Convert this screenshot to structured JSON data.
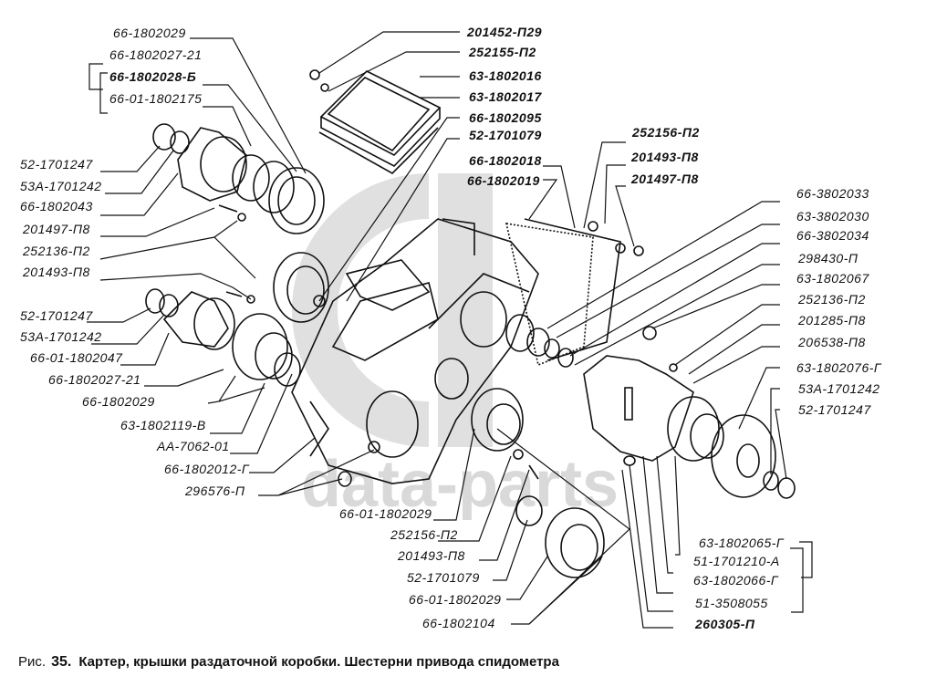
{
  "figure": {
    "caption_prefix": "Рис.",
    "caption_number": "35.",
    "caption_text": "Картер, крышки раздаточной коробки. Шестерни привода спидометра",
    "watermark": "data-parts"
  },
  "labels": [
    {
      "id": "l01",
      "text": "66-1802029"
    },
    {
      "id": "l02",
      "text": "66-1802027-21"
    },
    {
      "id": "l03",
      "text": "66-1802028-Б"
    },
    {
      "id": "l04",
      "text": "66-01-1802175"
    },
    {
      "id": "l05",
      "text": "52-1701247"
    },
    {
      "id": "l06",
      "text": "53А-1701242"
    },
    {
      "id": "l07",
      "text": "66-1802043"
    },
    {
      "id": "l08",
      "text": "201497-П8"
    },
    {
      "id": "l09",
      "text": "252136-П2"
    },
    {
      "id": "l10",
      "text": "201493-П8"
    },
    {
      "id": "l11",
      "text": "52-1701247"
    },
    {
      "id": "l12",
      "text": "53А-1701242"
    },
    {
      "id": "l13",
      "text": "66-01-1802047"
    },
    {
      "id": "l14",
      "text": "66-1802027-21"
    },
    {
      "id": "l15",
      "text": "66-1802029"
    },
    {
      "id": "l16",
      "text": "63-1802119-В"
    },
    {
      "id": "l17",
      "text": "АА-7062-01"
    },
    {
      "id": "l18",
      "text": "66-1802012-Г"
    },
    {
      "id": "l19",
      "text": "296576-П"
    },
    {
      "id": "l20",
      "text": "201452-П29"
    },
    {
      "id": "l21",
      "text": "252155-П2"
    },
    {
      "id": "l22",
      "text": "63-1802016"
    },
    {
      "id": "l23",
      "text": "63-1802017"
    },
    {
      "id": "l24",
      "text": "66-1802095"
    },
    {
      "id": "l25",
      "text": "52-1701079"
    },
    {
      "id": "l26",
      "text": "66-1802018"
    },
    {
      "id": "l27",
      "text": "66-1802019"
    },
    {
      "id": "l28",
      "text": "252156-П2"
    },
    {
      "id": "l29",
      "text": "201493-П8"
    },
    {
      "id": "l30",
      "text": "201497-П8"
    },
    {
      "id": "l31",
      "text": "66-3802033"
    },
    {
      "id": "l32",
      "text": "63-3802030"
    },
    {
      "id": "l33",
      "text": "66-3802034"
    },
    {
      "id": "l34",
      "text": "298430-П"
    },
    {
      "id": "l35",
      "text": "63-1802067"
    },
    {
      "id": "l36",
      "text": "252136-П2"
    },
    {
      "id": "l37",
      "text": "201285-П8"
    },
    {
      "id": "l38",
      "text": "206538-П8"
    },
    {
      "id": "l39",
      "text": "63-1802076-Г"
    },
    {
      "id": "l40",
      "text": "53А-1701242"
    },
    {
      "id": "l41",
      "text": "52-1701247"
    },
    {
      "id": "l42",
      "text": "66-01-1802029"
    },
    {
      "id": "l43",
      "text": "252156-П2"
    },
    {
      "id": "l44",
      "text": "201493-П8"
    },
    {
      "id": "l45",
      "text": "52-1701079"
    },
    {
      "id": "l46",
      "text": "66-01-1802029"
    },
    {
      "id": "l47",
      "text": "66-1802104"
    },
    {
      "id": "l48",
      "text": "63-1802065-Г"
    },
    {
      "id": "l49",
      "text": "51-1701210-А"
    },
    {
      "id": "l50",
      "text": "63-1802066-Г"
    },
    {
      "id": "l51",
      "text": "51-3508055"
    },
    {
      "id": "l52",
      "text": "260305-П"
    }
  ]
}
